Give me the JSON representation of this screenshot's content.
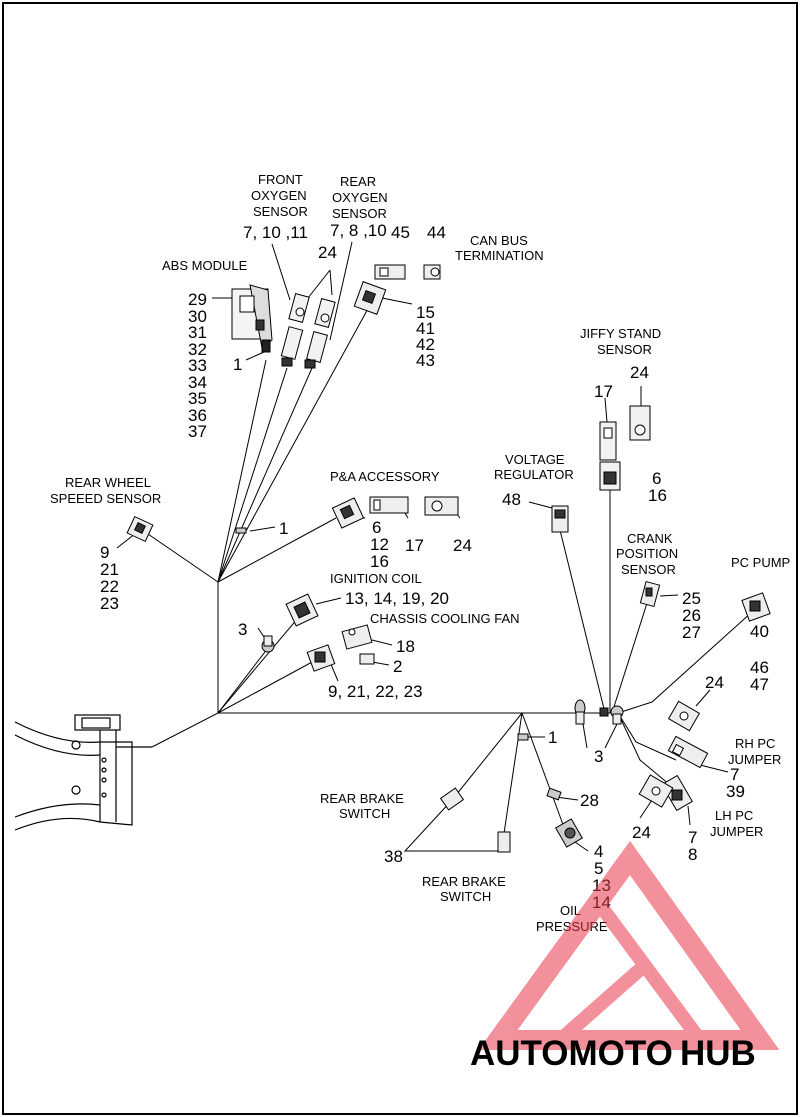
{
  "labels": {
    "abs_module": "ABS MODULE",
    "front_oxygen_1": "FRONT",
    "front_oxygen_2": "OXYGEN",
    "front_oxygen_3": "SENSOR",
    "rear_oxygen_1": "REAR",
    "rear_oxygen_2": "OXYGEN",
    "rear_oxygen_3": "SENSOR",
    "can_bus_1": "CAN BUS",
    "can_bus_2": "TERMINATION",
    "jiffy_1": "JIFFY STAND",
    "jiffy_2": "SENSOR",
    "rear_wheel_1": "REAR WHEEL",
    "rear_wheel_2": "SPEEED SENSOR",
    "pa_accessory": "P&A ACCESSORY",
    "voltage_1": "VOLTAGE",
    "voltage_2": "REGULATOR",
    "crank_1": "CRANK",
    "crank_2": "POSITION",
    "crank_3": "SENSOR",
    "pc_pump": "PC PUMP",
    "ignition_coil": "IGNITION COIL",
    "chassis_fan": "CHASSIS COOLING FAN",
    "rh_pc_1": "RH PC",
    "rh_pc_2": "JUMPER",
    "lh_pc_1": "LH PC",
    "lh_pc_2": "JUMPER",
    "rear_brake_a1": "REAR BRAKE",
    "rear_brake_a2": "SWITCH",
    "rear_brake_b1": "REAR BRAKE",
    "rear_brake_b2": "SWITCH",
    "oil_1": "OIL",
    "oil_2": "PRESSURE"
  },
  "callouts": {
    "front_o2": "7, 10 ,11",
    "rear_o2": "7, 8 ,10",
    "n24_o2": "24",
    "n45": "45",
    "n44": "44",
    "abs_nums": [
      "29",
      "30",
      "31",
      "32",
      "33",
      "34",
      "35",
      "36",
      "37"
    ],
    "abs_1": "1",
    "can_nums": [
      "15",
      "41",
      "42",
      "43"
    ],
    "jiffy_17": "17",
    "jiffy_24": "24",
    "jiffy_nums": [
      "6",
      "16"
    ],
    "rear_wheel_nums": [
      "9",
      "21",
      "22",
      "23"
    ],
    "clip_1": "1",
    "pa_nums": [
      "6",
      "12",
      "16"
    ],
    "pa_17": "17",
    "pa_24": "24",
    "vr_48": "48",
    "crank_nums": [
      "25",
      "26",
      "27"
    ],
    "pc_pump_nums": [
      "40",
      "46",
      "47"
    ],
    "ign_3": "3",
    "ign_nums": "13, 14, 19, 20",
    "fan_18": "18",
    "fan_2": "2",
    "fan_nums": "9, 21, 22, 23",
    "hub_1": "1",
    "ground_3": "3",
    "n24_mid": "24",
    "rh_nums": [
      "7",
      "39"
    ],
    "lh_nums": [
      "7",
      "8"
    ],
    "n24_low": "24",
    "n28": "28",
    "oil_nums": [
      "4",
      "5",
      "13",
      "14"
    ],
    "n38": "38"
  },
  "watermark": {
    "part1": "AUTOMOTO",
    "part2": "HUB",
    "color1": "#f5c49c",
    "color2": "#b7b7b7",
    "triangle_color": "#e8394a"
  }
}
